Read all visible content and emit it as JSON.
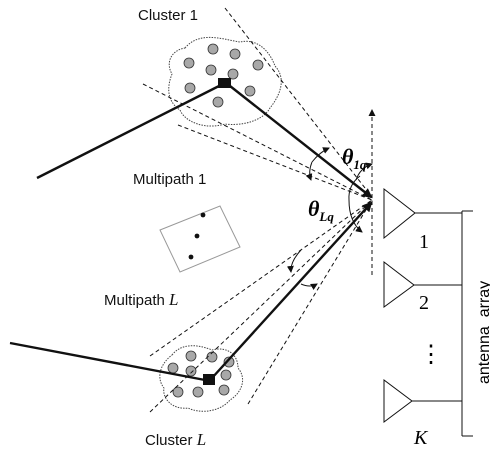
{
  "labels": {
    "cluster_1": "Cluster 1",
    "cluster_l_prefix": "Cluster ",
    "cluster_l_var": "L",
    "multipath_1": "Multipath 1",
    "multipath_l_prefix": "Multipath ",
    "multipath_l_var": "L",
    "theta_1q_base": "θ",
    "theta_1q_sub": "1q",
    "theta_lq_base": "θ",
    "theta_lq_sub": "Lq",
    "antenna_1": "1",
    "antenna_2": "2",
    "antenna_dots": "⋮",
    "antenna_k": "K",
    "antenna_array": "antenna  array"
  },
  "colors": {
    "line": "#111111",
    "scatterer_fill": "#a8a8a8",
    "cluster_outline": "#444444",
    "box_outline": "#999999"
  }
}
